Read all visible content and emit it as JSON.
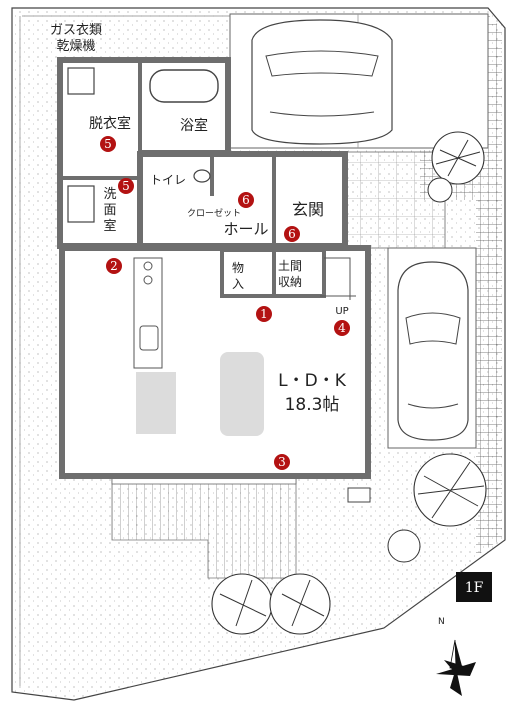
{
  "labels": {
    "dryer": "ガス衣類",
    "dryer2": "乾燥機",
    "dressing": "脱衣室",
    "bath": "浴室",
    "toilet": "トイレ",
    "washroom1": "洗",
    "washroom2": "面",
    "washroom3": "室",
    "closet": "クローゼット",
    "hall": "ホール",
    "entrance": "玄関",
    "storage": "物",
    "storage2": "入",
    "earth_storage1": "土間",
    "earth_storage2": "収納",
    "up": "UP",
    "ldk": "L・D・K",
    "ldk_size": "18.3帖",
    "floor": "1F",
    "north": "N"
  },
  "badges": [
    "5",
    "5",
    "6",
    "6",
    "2",
    "1",
    "4",
    "3"
  ],
  "colors": {
    "wall": "#6e6e6e",
    "badge": "#b31212",
    "grid": "#555555",
    "furniture": "#dcdcdc"
  }
}
